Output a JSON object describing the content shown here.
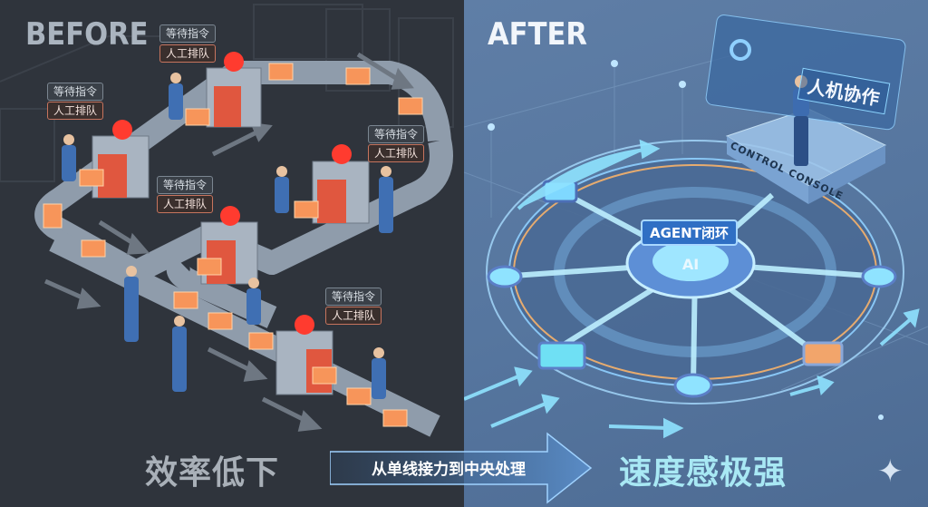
{
  "before": {
    "title": "BEFORE",
    "bottom_caption": "效率低下",
    "stations": [
      {
        "wait_label": "等待指令",
        "queue_label": "人工排队"
      },
      {
        "wait_label": "等待指令",
        "queue_label": "人工排队"
      },
      {
        "wait_label": "等待指令",
        "queue_label": "人工排队"
      },
      {
        "wait_label": "等待指令",
        "queue_label": "人工排队"
      },
      {
        "wait_label": "等待指令",
        "queue_label": "人工排队"
      }
    ],
    "colors": {
      "background": "#2f343c",
      "alarm": "#ff3b2f",
      "box": "#f7955a",
      "worker": "#3f6fb3"
    }
  },
  "transition": {
    "label": "从单线接力到中央处理",
    "icon": "right-arrow-icon"
  },
  "after": {
    "title": "AFTER",
    "bottom_caption": "速度感极强",
    "agent_label": "AGENT闭环",
    "core_label": "AI",
    "collab_label": "人机协作",
    "console_label": "CONTROL CONSOLE",
    "icon": "sparkle-icon",
    "colors": {
      "background": "#56769f",
      "glow": "#8fe3ff",
      "orange_flow": "#f7b36a",
      "caption": "#a8e8f4"
    }
  }
}
